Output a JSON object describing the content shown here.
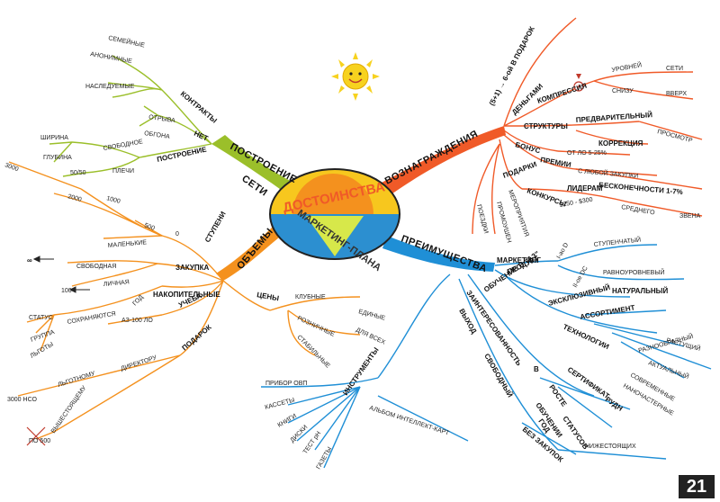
{
  "center": {
    "top": "ДОСТОИНСТВА",
    "bottom": "МАРКЕТИНГ-ПЛАНА"
  },
  "page_number": "21",
  "colors": {
    "green": "#9bbf2a",
    "orange_red": "#f05a28",
    "orange": "#f4911e",
    "blue": "#1f8fd6",
    "center_yellow": "#f7c71e",
    "center_blue": "#2c8fd0",
    "sun": "#f7d21f"
  },
  "branches": {
    "seti": {
      "title": "СЕТИ",
      "sub": "ПОСТРОЕНИЕ",
      "items": [
        "КОНТРАКТЫ",
        "СЕМЕЙНЫЕ",
        "АНОНИМНЫЕ",
        "НАСЛЕДУЕМЫЕ",
        "НЕТ",
        "ОТРЫВА",
        "ОБГОНА",
        "ПОСТРОЕНИЕ",
        "СВОБОДНОЕ",
        "ШИРИНА",
        "ГЛУБИНА",
        "50/50",
        "ПЛЕЧИ"
      ]
    },
    "voznagrazhdeniya": {
      "title": "ВОЗНАГРАЖДЕНИЯ",
      "items": [
        "(5+1) → 6-ой В ПОДАРОК",
        "ДЕНЬГАМИ",
        "КОМПРЕССИЯ",
        "УРОВНЕЙ",
        "СЕТИ",
        "СНИЗУ",
        "ВВЕРХ",
        "СТРУКТУРЫ",
        "ПРЕДВАРИТЕЛЬНЫЙ",
        "ПРОСМОТР",
        "КОРРЕКЦИЯ",
        "БОНУС",
        "ОТ ЛО 5-25%",
        "ПРЕМИИ",
        "С ЛЮБОЙ ЗАКУПКИ",
        "БЕСКОНЕЧНОСТИ 1-7%",
        "ПОДАРКИ",
        "ЛИДЕРАМ",
        "$250 - $300",
        "СРЕДНЕГО",
        "ЗВЕНА",
        "КОНКУРСЫ",
        "МЕРОПРИЯТИЯ",
        "ПРОМОУШЕН",
        "ПОЕЗДКИ"
      ]
    },
    "obemy": {
      "title": "ОБЪЕМЫ",
      "items": [
        "3000",
        "2000",
        "1000",
        "500",
        "0",
        "СТУПЕНИ",
        "МАЛЕНЬКИЕ",
        "ЗАКУПКА",
        "СВОБОДНАЯ",
        "∞",
        "ЛИЧНАЯ",
        "100",
        "ГОД",
        "НАКОПИТЕЛЬНЫЕ",
        "СОХРАНЯЮТСЯ",
        "СТАТУС",
        "ГРУППА",
        "ЛЬГОТЫ",
        "УЧЕБА",
        "АЗ-100 ЛО",
        "ПОДАРОК",
        "ДИРЕКТОРУ",
        "ЛЬГОТНОМУ",
        "3000 НСО",
        "ВЫШЕСТОЯЩЕМУ",
        "ПО 500"
      ]
    },
    "ceny": {
      "title": "ЦЕНЫ",
      "items": [
        "КЛУБНЫЕ",
        "ЕДИНЫЕ",
        "РОЗНИЧНЫЕ",
        "ДЛЯ ВСЕХ",
        "СТАБИЛЬНЫЕ"
      ]
    },
    "instrumenty": {
      "title": "ИНСТРУМЕНТЫ",
      "items": [
        "ПРИБОР ОВП",
        "КАССЕТЫ",
        "КНИГИ",
        "ДИСКИ",
        "ТЕСТ рН",
        "ГАЗЕТЫ",
        "АЛЬБОМ ИНТЕЛЛЕКТ-КАРТ"
      ]
    },
    "preimushchestva": {
      "title": "ПРЕИМУЩЕСТВА",
      "items": [
        "МАРКЕТИНГ",
        "I-ао D",
        "СТУПЕНЧАТЫЙ",
        "II-ое DC",
        "РАВНОУРОВНЕВЫЙ",
        "ПРОДУКТ",
        "НАТУРАЛЬНЫЙ",
        "ОБУЧЕНИЕ В \"АЗ\"",
        "ЭКСКЛЮЗИВНЫЙ",
        "АССОРТИМЕНТ",
        "РАСТУЩИЙ",
        "ТЕХНОЛОГИИ",
        "РАЗНООБРАЗНЫЙ",
        "АКТУАЛЬНЫЙ",
        "СОВРЕМЕННЫЕ",
        "НАНОЧАСТЕРНЫЕ",
        "ЗАИНТЕРЕСОВАННОСТЬ",
        "В",
        "СЕРТИФИКАТ",
        "РУДН",
        "РОСТЕ",
        "СТАТУСОВ",
        "ОБУЧЕНИИ",
        "ВЫХОД",
        "СВОБОДНЫЙ",
        "ГОД",
        "БЕЗ ЗАКУПОК",
        "НИЖЕСТОЯЩИХ"
      ]
    }
  }
}
